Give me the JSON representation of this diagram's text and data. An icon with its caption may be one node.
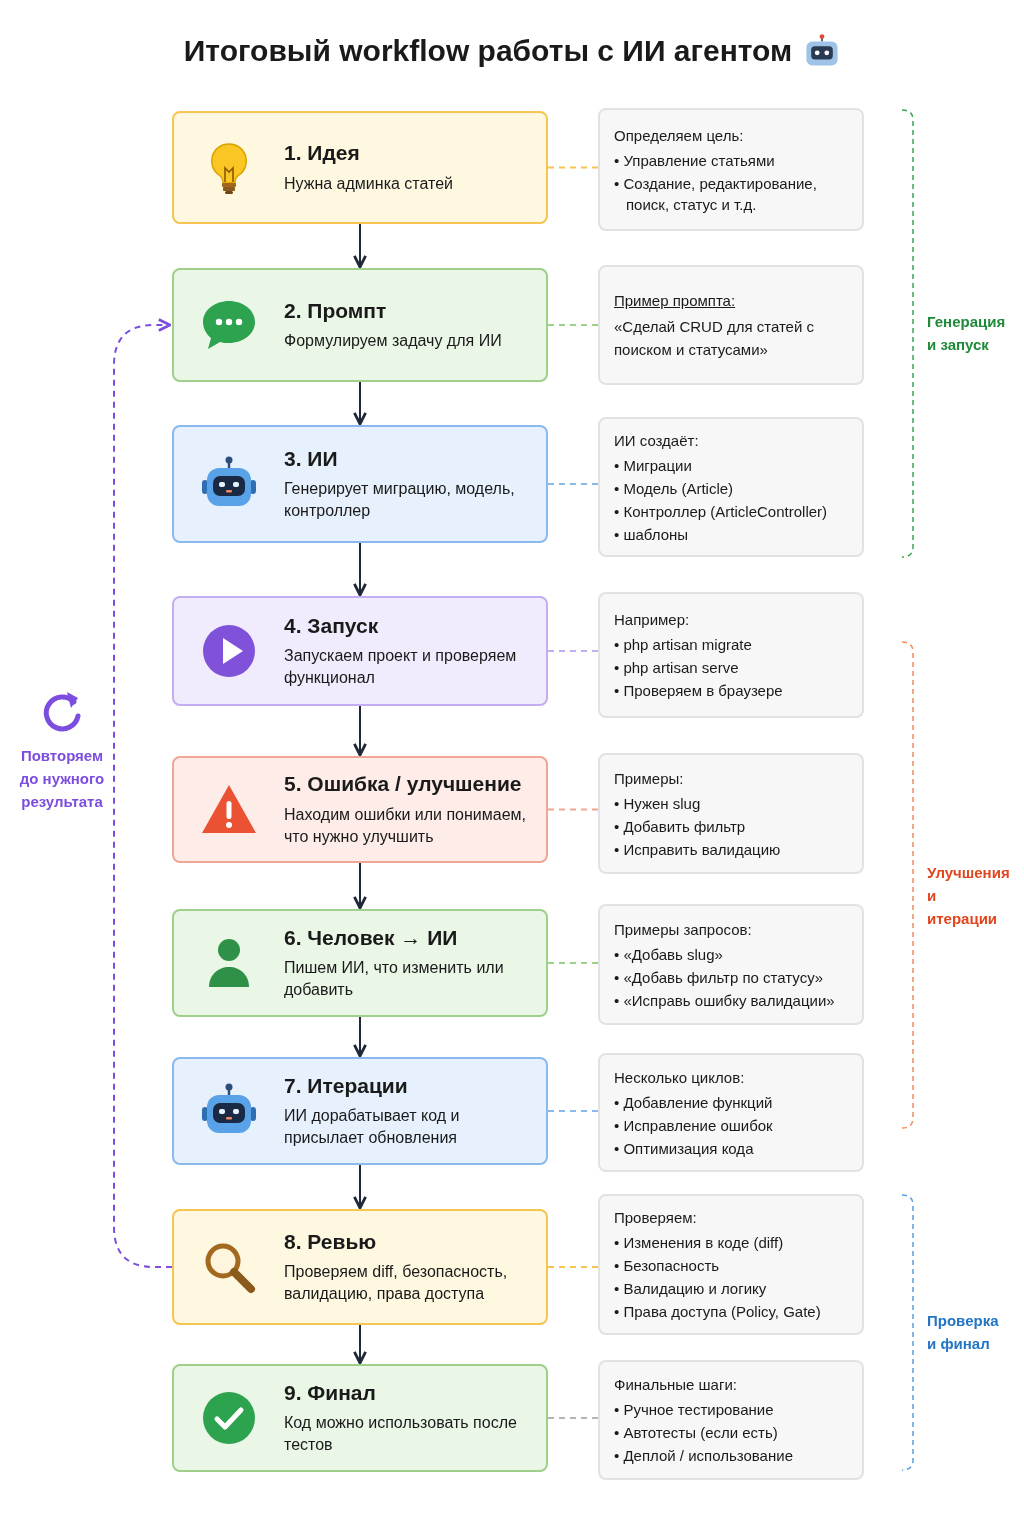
{
  "diagram": {
    "title": "Итоговый workflow работы с ИИ агентом",
    "nodes": [
      {
        "text": [
          "1. Идея",
          "Нужна админка статей"
        ]
      },
      {
        "text": [
          "2. Промпт",
          "Формулируем задачу для ИИ"
        ]
      },
      {
        "text": [
          "3. ИИ",
          "Генерирует миграцию, модель, контроллер"
        ]
      },
      {
        "text": [
          "4. Запуск",
          "Запускаем проект и проверяем функционал"
        ]
      },
      {
        "text": [
          "5. Ошибка / улучшение",
          "Находим ошибки или понимаем, что нужно улучшить"
        ]
      },
      {
        "text": [
          "6. Человек → ИИ",
          "Пишем ИИ, что изменить или добавить"
        ]
      },
      {
        "text": [
          "7. Итерации",
          "ИИ дорабатывает код и присылает обновления"
        ]
      },
      {
        "text": [
          "8. Ревью",
          "Проверяем diff, безопасность, валидацию, права доступа"
        ]
      },
      {
        "text": [
          "9. Финал",
          "Код можно использовать после тестов"
        ]
      },
      {
        "text": [
          "Определяем цель:",
          "• Управление статьями",
          "• Создание, редактирование, поиск, статус и т.д."
        ]
      },
      {
        "text": [
          "Пример промпта:",
          "«Сделай CRUD для статей с поиском и статусами»"
        ]
      },
      {
        "text": [
          "ИИ создаёт:",
          "• Миграции",
          "• Модель (Article)",
          "• Контроллер (ArticleController)",
          "• шаблоны"
        ]
      },
      {
        "text": [
          "Например:",
          "• php artisan migrate",
          "• php artisan serve",
          "• Проверяем в браузере"
        ]
      },
      {
        "text": [
          "Примеры:",
          "• Нужен slug",
          "• Добавить фильтр",
          "• Исправить валидацию"
        ]
      },
      {
        "text": [
          "Примеры запросов:",
          "• «Добавь slug»",
          "• «Добавь фильтр по статусу»",
          "• «Исправь ошибку валидации»"
        ]
      },
      {
        "text": [
          "Несколько циклов:",
          "• Добавление функций",
          "• Исправление ошибок",
          "• Оптимизация кода"
        ]
      },
      {
        "text": [
          "Проверяем:",
          "• Изменения в коде (diff)",
          "• Безопасность",
          "• Валидацию и логику",
          "• Права доступа (Policy, Gate)"
        ]
      },
      {
        "text": [
          "Финальные шаги:",
          "• Ручное тестирование",
          "• Автотесты (если есть)",
          "• Деплой / использование"
        ]
      }
    ],
    "edges": [
      {
        "from": 0,
        "to": 1,
        "arrow": "to"
      },
      {
        "from": 1,
        "to": 2,
        "arrow": "to"
      },
      {
        "from": 2,
        "to": 3,
        "arrow": "to"
      },
      {
        "from": 3,
        "to": 4,
        "arrow": "to"
      },
      {
        "from": 4,
        "to": 5,
        "arrow": "to"
      },
      {
        "from": 5,
        "to": 6,
        "arrow": "to"
      },
      {
        "from": 6,
        "to": 7,
        "arrow": "to"
      },
      {
        "from": 7,
        "to": 8,
        "arrow": "to"
      },
      {
        "from": 0,
        "to": 9,
        "arrow": "none",
        "style": "dashed",
        "color": "#f5c451"
      },
      {
        "from": 1,
        "to": 10,
        "arrow": "none",
        "style": "dashed",
        "color": "#9ed08c"
      },
      {
        "from": 2,
        "to": 11,
        "arrow": "none",
        "style": "dashed",
        "color": "#8ab9ec"
      },
      {
        "from": 3,
        "to": 12,
        "arrow": "none",
        "style": "dashed",
        "color": "#c2aef0"
      },
      {
        "from": 4,
        "to": 13,
        "arrow": "none",
        "style": "dashed",
        "color": "#f0a694"
      },
      {
        "from": 5,
        "to": 14,
        "arrow": "none",
        "style": "dashed",
        "color": "#9ed08c"
      },
      {
        "from": 6,
        "to": 15,
        "arrow": "none",
        "style": "dashed",
        "color": "#8ab9ec"
      },
      {
        "from": 7,
        "to": 16,
        "arrow": "none",
        "style": "dashed",
        "color": "#f5c451"
      },
      {
        "from": 8,
        "to": 17,
        "arrow": "none",
        "style": "dashed",
        "color": "#b5b5b5"
      },
      {
        "from": 7,
        "to": 1,
        "arrow": "to",
        "style": "dashed",
        "color": "#7c4dde"
      }
    ],
    "labels": [
      "Повторяем до нужного результата",
      "Генерация и запуск",
      "Улучшения и итерации",
      "Проверка и финал"
    ]
  }
}
